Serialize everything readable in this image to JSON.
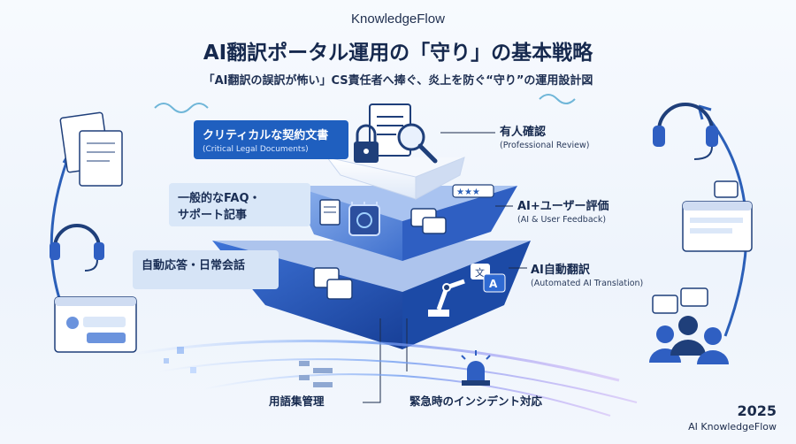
{
  "header": {
    "brand": "KnowledgeFlow",
    "title": "AI翻訳ポータル運用の「守り」の基本戦略",
    "subtitle": "「AI翻訳の誤訳が怖い」CS責任者へ捧ぐ、炎上を防ぐ“守り”の運用設計図"
  },
  "tiers": [
    {
      "label": "クリティカルな契約文書",
      "label_en": "(Critical Legal Documents)",
      "method": "有人確認",
      "method_en": "(Professional Review)"
    },
    {
      "label": "一般的なFAQ・\nサポート記事",
      "label_line1": "一般的なFAQ・",
      "label_line2": "サポート記事",
      "method": "AI+ユーザー評価",
      "method_en": "(AI & User Feedback)"
    },
    {
      "label": "自動応答・日常会話",
      "method": "AI自動翻訳",
      "method_en": "(Automated AI Translation)"
    }
  ],
  "foundation": [
    {
      "label": "用語集管理",
      "icon": "glossary-icon"
    },
    {
      "label": "緊急時のインシデント対応",
      "icon": "alarm-light-icon"
    }
  ],
  "footer": {
    "year": "2025",
    "brand": "AI KnowledgeFlow"
  },
  "colors": {
    "top_tier": "#ffffff",
    "mid_tier": "#4f7fd6",
    "bottom_tier": "#1f55b8",
    "label_primary": "#1f5fbf",
    "label_secondary": "#d9e7f8",
    "accent_stream": "#7aa6f2"
  },
  "icons": {
    "top": [
      "document-icon",
      "padlock-icon",
      "magnifier-icon"
    ],
    "mid": [
      "document-icon",
      "ai-chip-icon",
      "chat-bubble-icon",
      "star-rating-icon"
    ],
    "bottom": [
      "chat-bubble-icon",
      "robot-arm-icon",
      "translate-icon"
    ],
    "decor": [
      "headset-icon",
      "stacked-documents-icon",
      "chat-window-icon",
      "users-icon",
      "browser-window-icon"
    ]
  }
}
